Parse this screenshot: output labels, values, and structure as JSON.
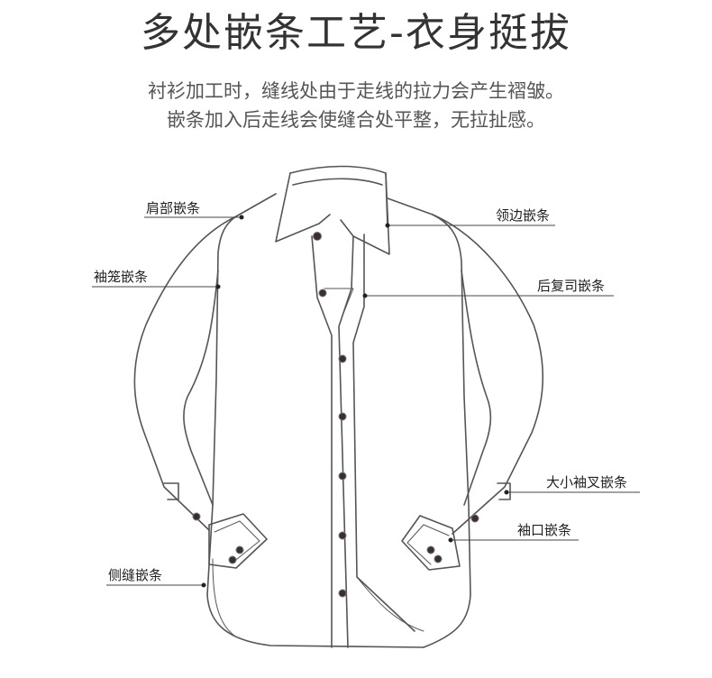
{
  "title": "多处嵌条工艺-衣身挺拔",
  "subtitle_lines": [
    "衬衫加工时，缝线处由于走线的拉力会产生褶皱。",
    "嵌条加入后走线会使缝合处平整，无拉扯感。"
  ],
  "callouts": {
    "shoulder": "肩部嵌条",
    "sleeve_cage": "袖笼嵌条",
    "side_seam": "侧缝嵌条",
    "collar_edge": "领边嵌条",
    "back_yoke": "后复司嵌条",
    "sleeve_placket": "大小袖叉嵌条",
    "cuff": "袖口嵌条"
  },
  "colors": {
    "outline": "#555555",
    "button": "#3a2e2e",
    "leader": "#444444"
  }
}
